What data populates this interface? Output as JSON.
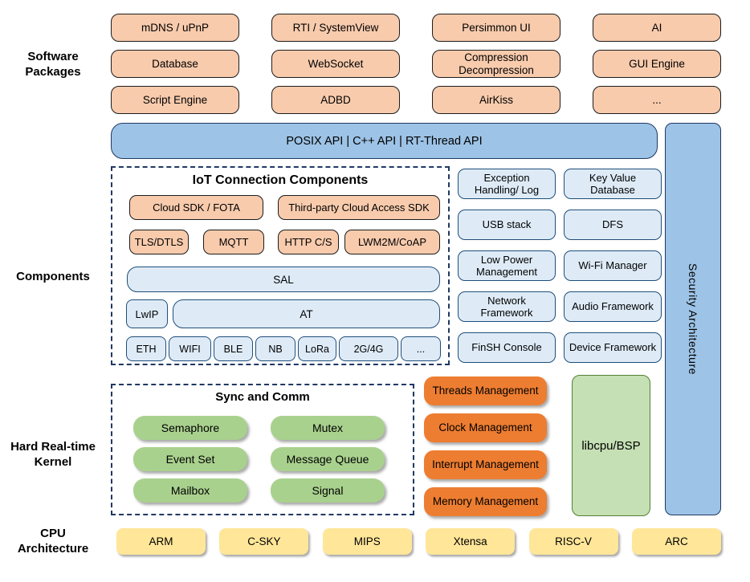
{
  "colors": {
    "peach_fill": "#F8CBAD",
    "blue_fill": "#9DC3E6",
    "light_blue_fill": "#DEEBF7",
    "navy_border": "#1F3864",
    "light_blue_border": "#1F4E79",
    "green_fill": "#A9D18E",
    "orange_fill": "#ED7D31",
    "libcpu_fill": "#C5E0B4",
    "libcpu_border": "#538135",
    "yellow_fill": "#FFE699"
  },
  "side_labels": {
    "software": "Software Packages",
    "components": "Components",
    "kernel": "Hard Real-time Kernel",
    "cpu": "CPU Architecture"
  },
  "software": {
    "rows": [
      [
        "mDNS / uPnP",
        "RTI / SystemView",
        "Persimmon UI",
        "AI"
      ],
      [
        "Database",
        "WebSocket",
        "Compression Decompression",
        "GUI Engine"
      ],
      [
        "Script Engine",
        "ADBD",
        "AirKiss",
        "..."
      ]
    ]
  },
  "api_bar": {
    "label": "POSIX API | C++ API | RT-Thread API"
  },
  "security_bar": {
    "label": "Security Architecture"
  },
  "iot": {
    "title": "IoT Connection Components",
    "cloud_sdk": "Cloud SDK / FOTA",
    "third_party": "Third-party Cloud Access SDK",
    "protocols": [
      "TLS/DTLS",
      "MQTT",
      "HTTP C/S",
      "LWM2M/CoAP"
    ],
    "sal": "SAL",
    "lwip": "LwIP",
    "at": "AT",
    "links": [
      "ETH",
      "WIFI",
      "BLE",
      "NB",
      "LoRa",
      "2G/4G",
      "..."
    ]
  },
  "services": [
    "Exception Handling/ Log",
    "Key Value Database",
    "USB stack",
    "DFS",
    "Low Power Management",
    "Wi-Fi Manager",
    "Network Framework",
    "Audio Framework",
    "FinSH Console",
    "Device Framework"
  ],
  "kernel": {
    "sync_title": "Sync and Comm",
    "sync_items": [
      "Semaphore",
      "Mutex",
      "Event Set",
      "Message Queue",
      "Mailbox",
      "Signal"
    ],
    "management": [
      "Threads Management",
      "Clock Management",
      "Interrupt Management",
      "Memory Management"
    ],
    "libcpu": "libcpu/BSP"
  },
  "cpu_archs": [
    "ARM",
    "C-SKY",
    "MIPS",
    "Xtensa",
    "RISC-V",
    "ARC"
  ]
}
